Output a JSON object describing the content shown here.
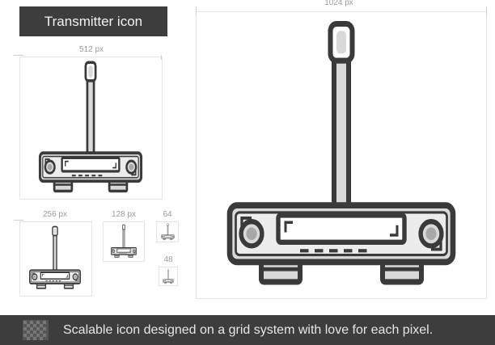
{
  "title": "Transmitter icon",
  "sizes": {
    "s1024": "1024 px",
    "s512": "512 px",
    "s256": "256 px",
    "s128": "128 px",
    "s64": "64",
    "s48": "48"
  },
  "footer": {
    "text": "Scalable icon designed on a grid system with love for each pixel.",
    "logo_icon": "grid-pattern-icon"
  },
  "colors": {
    "outline": "#3a3a3a",
    "body_fill": "#d9d9d9",
    "inner_fill": "#ececec",
    "white": "#ffffff",
    "dark_bar": "#3d3d3d"
  }
}
